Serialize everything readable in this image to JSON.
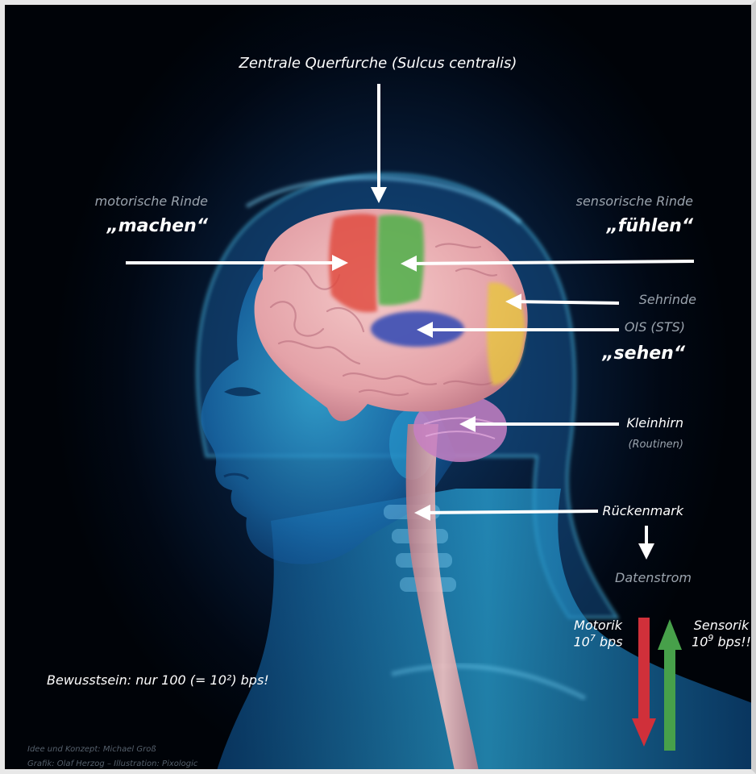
{
  "title": "Zentrale Querfurche (Sulcus centralis)",
  "motor": {
    "label": "motorische Rinde",
    "verb": "„machen“",
    "color": "#e0483c"
  },
  "sensory": {
    "label": "sensorische Rinde",
    "verb": "„fühlen“",
    "color": "#4fb04a"
  },
  "visual": {
    "label": "Sehrinde",
    "color": "#e8c640"
  },
  "ois": {
    "label": "OIS (STS)",
    "verb": "„sehen“",
    "color": "#3b4fb5"
  },
  "cerebellum": {
    "label": "Kleinhirn",
    "note": "(Routinen)",
    "color": "#c77fc2"
  },
  "spinal": {
    "label": "Rückenmark"
  },
  "datastream": {
    "label": "Datenstrom"
  },
  "motorik": {
    "name": "Motorik",
    "base": "10",
    "exp": "7",
    "unit": " bps",
    "color": "#d0303a"
  },
  "sensorik": {
    "name": "Sensorik",
    "base": "10",
    "exp": "9",
    "unit": " bps!!",
    "color": "#47a04a"
  },
  "consciousness": {
    "text": "Bewusstsein: nur 100 (= 10²) bps!"
  },
  "credits": {
    "line1": "Idee und Konzept: Michael Groß",
    "line2": "Grafik: Olaf Herzog  –  Illustration: Pixologic"
  }
}
